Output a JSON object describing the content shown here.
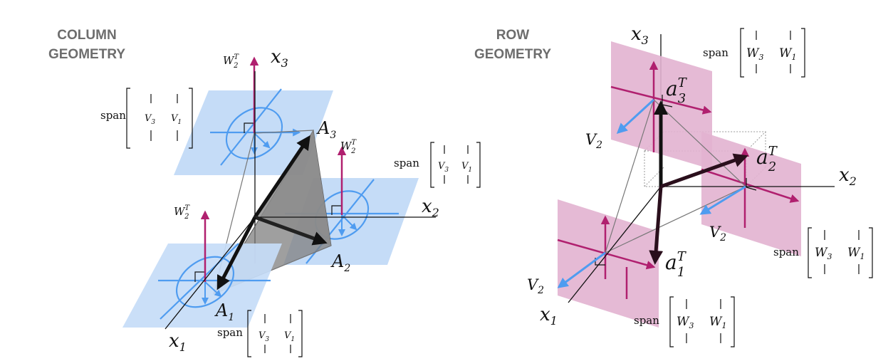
{
  "titles": {
    "column": [
      "COLUMN",
      "GEOMETRY"
    ],
    "row": [
      "ROW",
      "GEOMETRY"
    ]
  },
  "column_geometry": {
    "axes": {
      "x1": "x",
      "x1_sub": "1",
      "x2": "x",
      "x2_sub": "2",
      "x3": "x",
      "x3_sub": "3"
    },
    "points": [
      {
        "base": "A",
        "sub": "1"
      },
      {
        "base": "A",
        "sub": "2"
      },
      {
        "base": "A",
        "sub": "3"
      }
    ],
    "normal_label": {
      "base": "W",
      "sub": "2",
      "sup": "T"
    },
    "span_label": "span",
    "span_vectors": [
      {
        "base": "V",
        "sub": "3"
      },
      {
        "base": "V",
        "sub": "1"
      }
    ]
  },
  "row_geometry": {
    "axes": {
      "x1": "x",
      "x1_sub": "1",
      "x2": "x",
      "x2_sub": "2",
      "x3": "x",
      "x3_sub": "3"
    },
    "rows": [
      {
        "base": "a",
        "sub": "1",
        "sup": "T"
      },
      {
        "base": "a",
        "sub": "2",
        "sup": "T"
      },
      {
        "base": "a",
        "sub": "3",
        "sup": "T"
      }
    ],
    "null_label": {
      "base": "V",
      "sub": "2"
    },
    "span_label": "span",
    "span_vectors": [
      {
        "base": "W",
        "sub": "3"
      },
      {
        "base": "W",
        "sub": "1"
      }
    ]
  },
  "colors": {
    "plane_blue": "#c5dcf7",
    "vector_blue": "#4f9cf0",
    "magenta": "#b0206f",
    "plane_pink": "#e2b2d0",
    "cone_gray": "#7f7f7f",
    "vector_black": "#111111"
  }
}
